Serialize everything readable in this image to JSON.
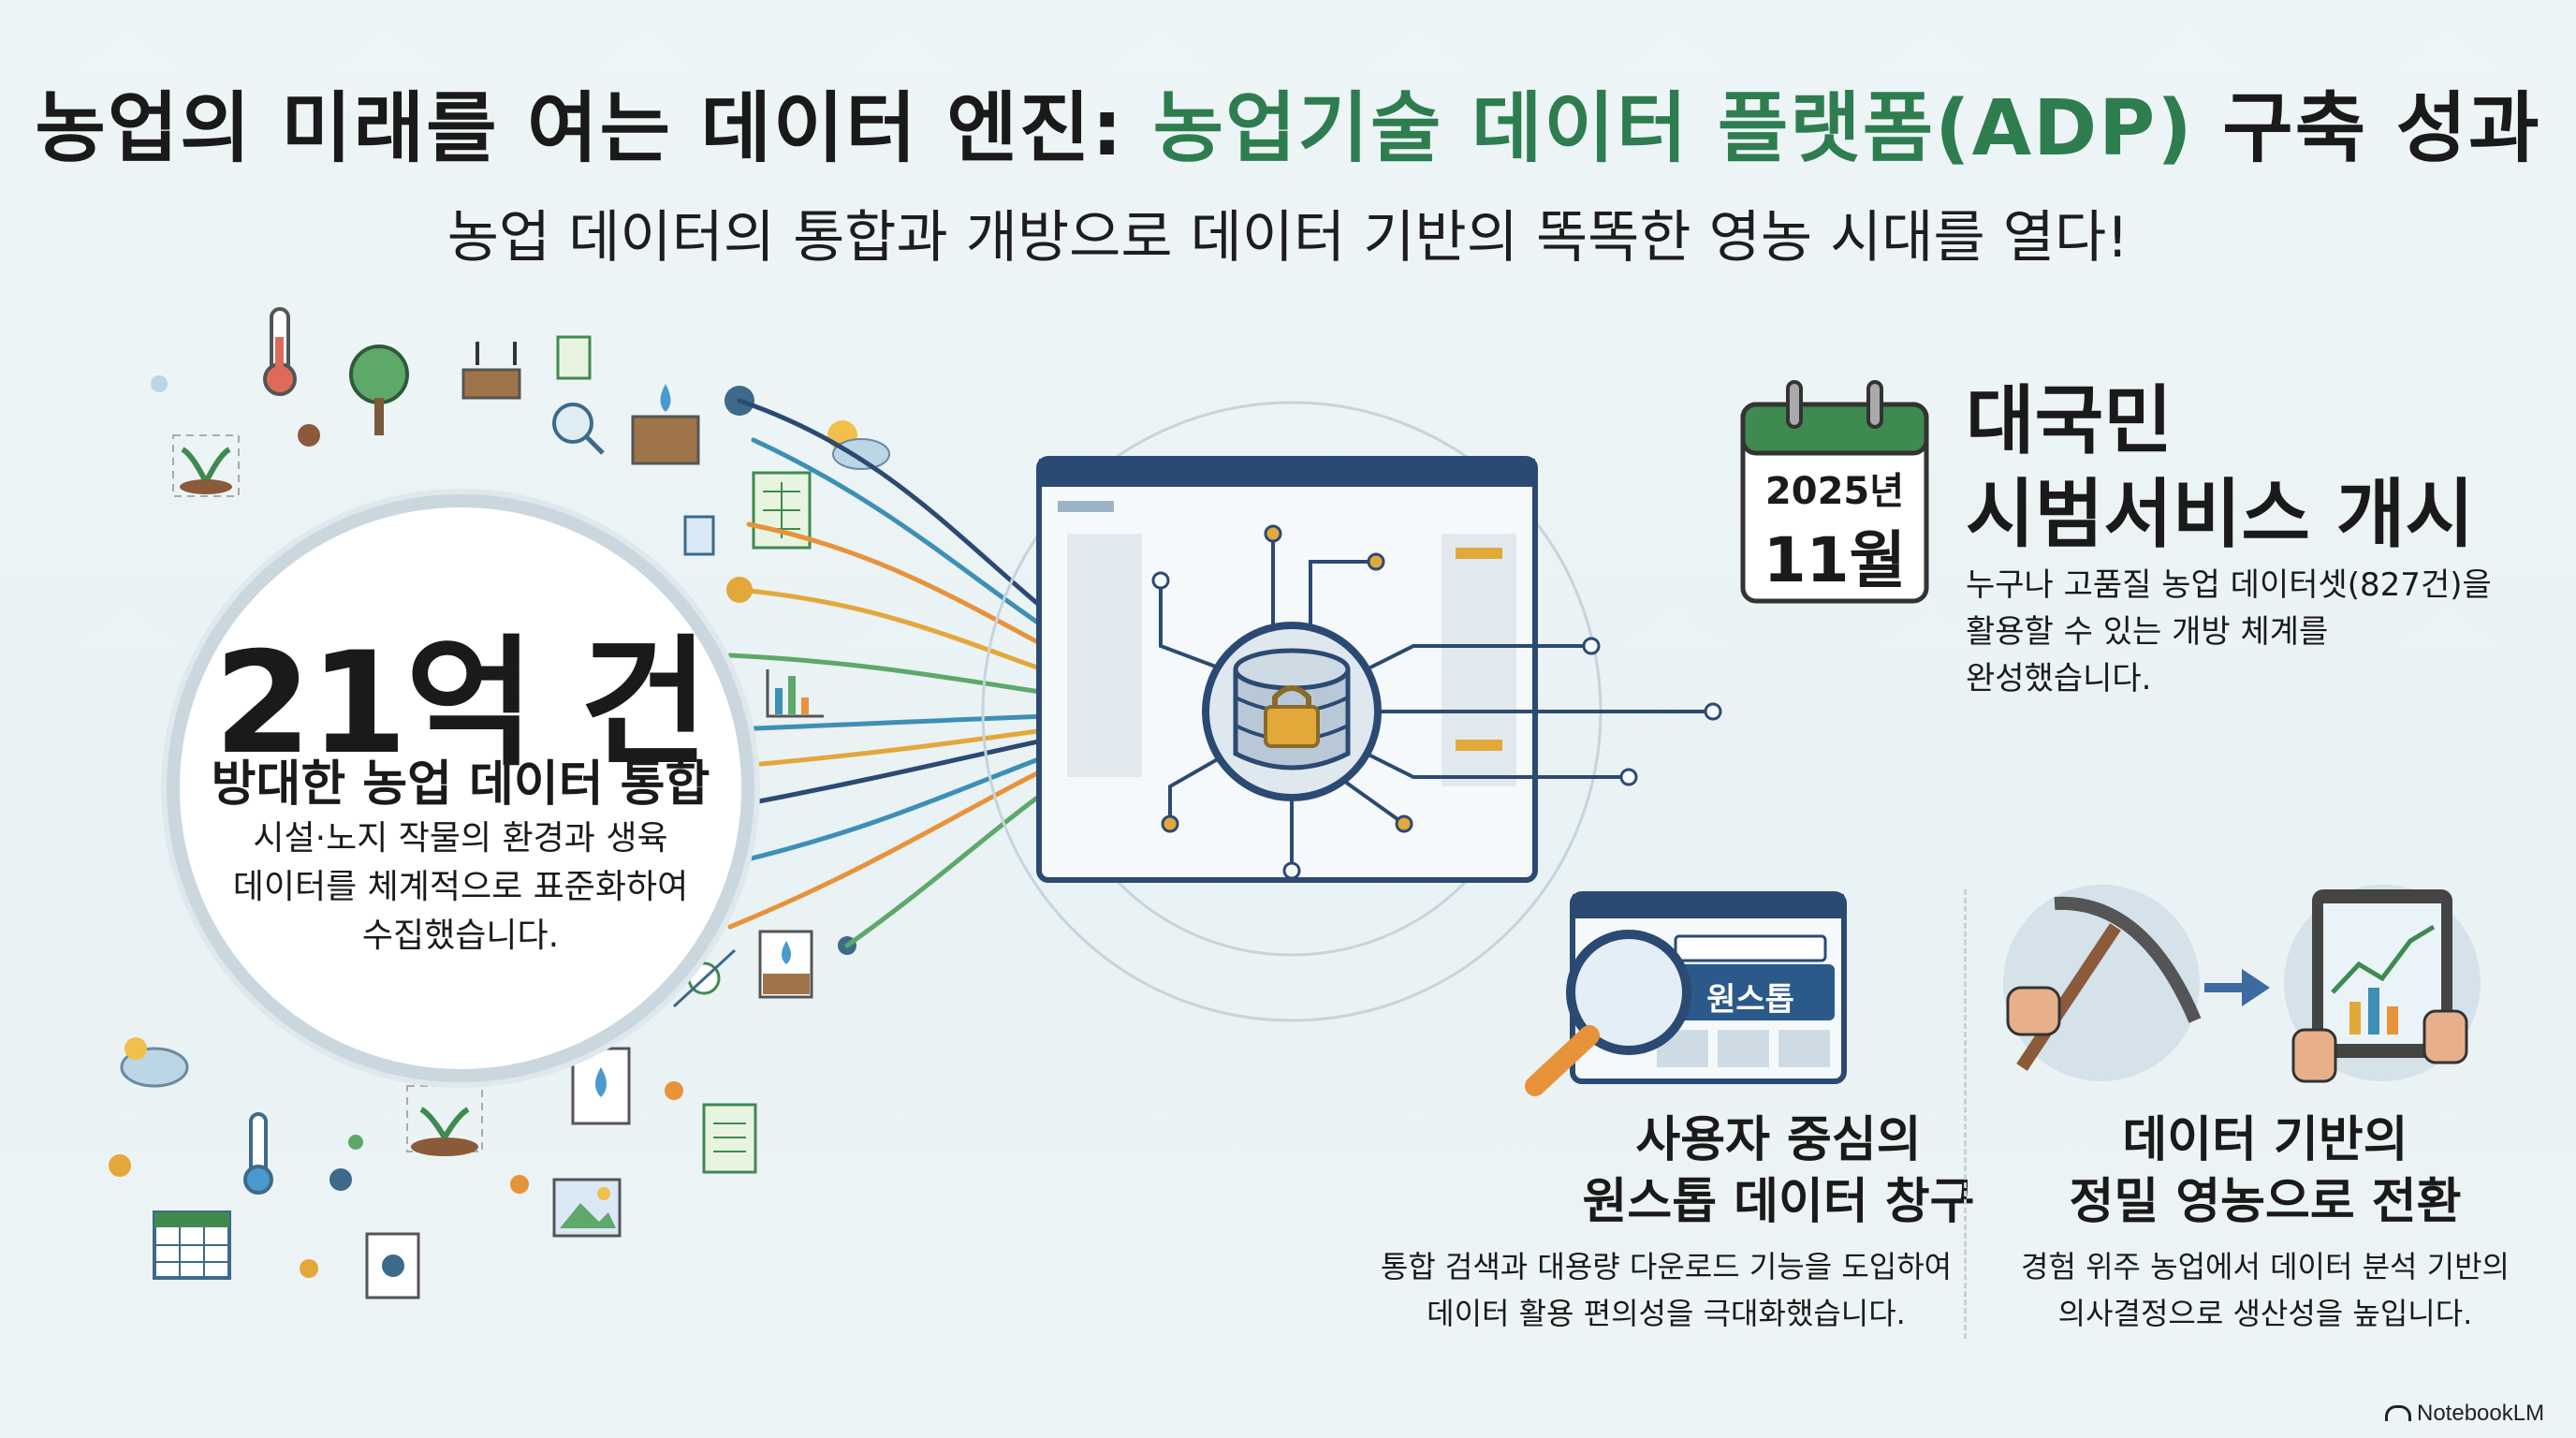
{
  "title": {
    "part1": "농업의 미래를 여는 데이터 엔진: ",
    "highlight": "농업기술 데이터 플랫폼(ADP)",
    "part2": " 구축 성과"
  },
  "subtitle": "농업 데이터의 통합과 개방으로 데이터 기반의 똑똑한 영농 시대를 열다!",
  "stat": {
    "number": "21억 건",
    "label": "방대한 농업 데이터 통합",
    "desc": [
      "시설·노지 작물의 환경과 생육",
      "데이터를 체계적으로 표준화하여",
      "수집했습니다."
    ]
  },
  "launch": {
    "year": "2025년",
    "month": "11월",
    "title": [
      "대국민",
      "시범서비스 개시"
    ],
    "desc": [
      "누구나 고품질 농업 데이터셋(827건)을",
      "활용할 수 있는 개방 체계를",
      "완성했습니다."
    ]
  },
  "onestop": {
    "screen_label": "원스톱",
    "title": [
      "사용자 중심의",
      "원스톱 데이터 창구"
    ],
    "desc": [
      "통합 검색과 대용량 다운로드 기능을 도입하여",
      "데이터 활용 편의성을 극대화했습니다."
    ]
  },
  "precision": {
    "title": [
      "데이터 기반의",
      "정밀 영농으로 전환"
    ],
    "desc": [
      "경험 위주 농업에서 데이터 분석 기반의",
      "의사결정으로 생산성을 높입니다."
    ]
  },
  "watermark": "NotebookLM",
  "colors": {
    "accent_green": "#2e7d4f",
    "navy": "#2b4a73",
    "orange": "#e8923a",
    "teal": "#3d8fb5",
    "gold": "#e2a83a"
  }
}
